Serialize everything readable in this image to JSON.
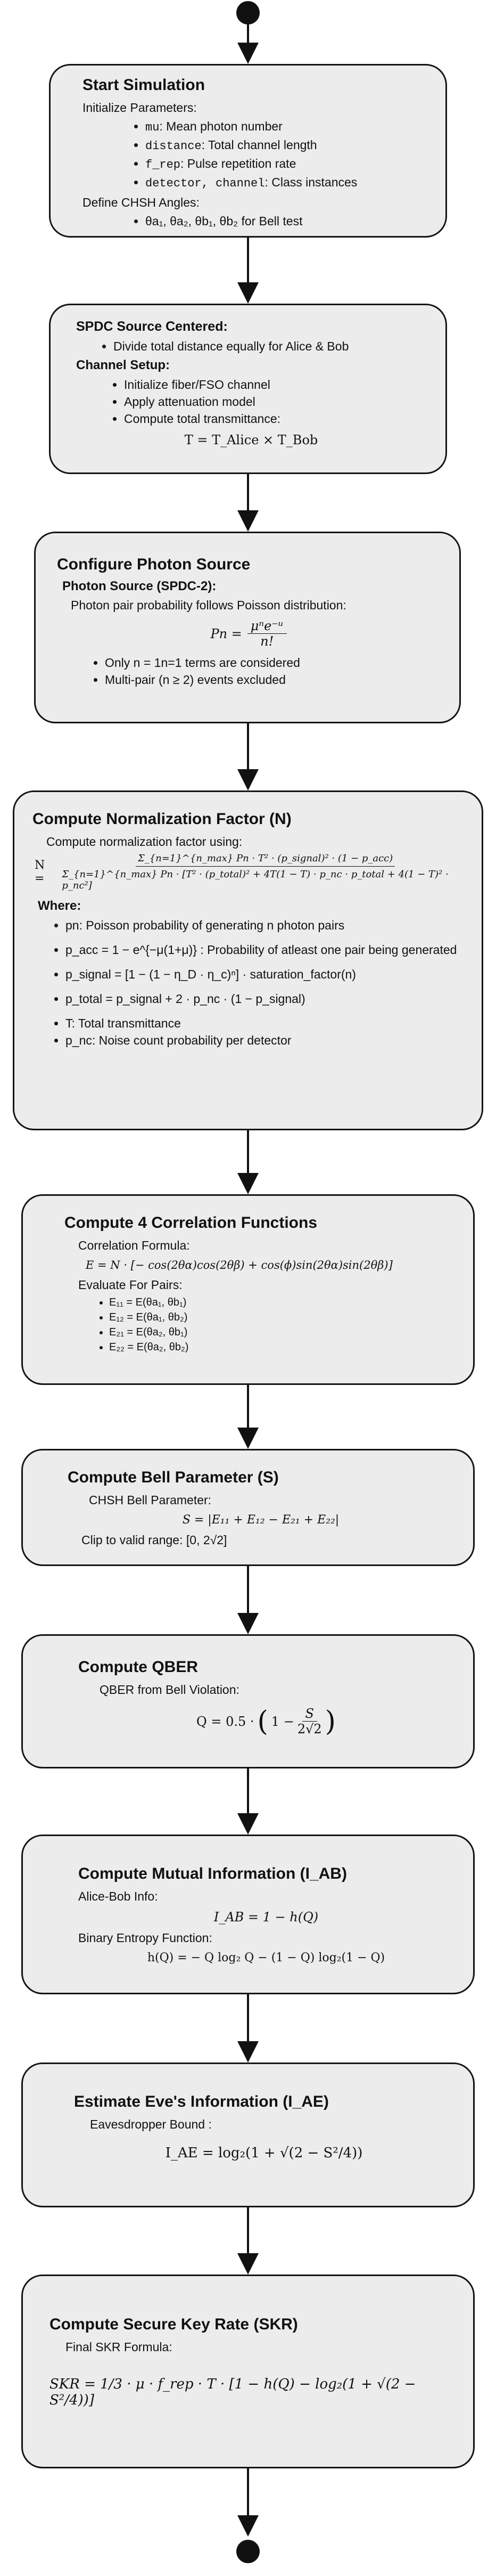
{
  "nodes": {
    "start": {
      "title": "Start Simulation",
      "init_label": "Initialize Parameters:",
      "params": [
        {
          "code": "mu",
          "desc": ": Mean photon number"
        },
        {
          "code": "distance",
          "desc": ": Total channel length"
        },
        {
          "code": "f_rep",
          "desc": ": Pulse repetition rate"
        },
        {
          "code": "detector, channel",
          "desc": ": Class instances"
        }
      ],
      "angles_label": "Define CHSH Angles:",
      "angles_value": "θa₁, θa₂, θb₁, θb₂ for Bell test"
    },
    "spdc": {
      "title": "SPDC Source Centered:",
      "divide": "Divide total distance equally for Alice & Bob",
      "channel_label": "Channel Setup:",
      "items": [
        "Initialize fiber/FSO channel",
        "Apply attenuation model",
        "Compute total transmittance:"
      ],
      "eq": "T = T_Alice × T_Bob"
    },
    "photon": {
      "title": "Configure Photon Source",
      "sub": "Photon Source (SPDC-2):",
      "desc": "Photon pair probability follows Poisson distribution:",
      "eq_lhs": "Pn =",
      "eq_num": "μⁿe⁻ᵘ",
      "eq_den": "n!",
      "items": [
        "Only n = 1n=1 terms are considered",
        "Multi-pair (n ≥ 2) events excluded"
      ]
    },
    "norm": {
      "title": "Compute Normalization Factor (N)",
      "desc": "Compute normalization factor using:",
      "eq_lhs": "N =",
      "eq_num": "Σ_{n=1}^{n_max} Pn · T² · (p_signal)² · (1 − p_acc)",
      "eq_den": "Σ_{n=1}^{n_max} Pn · [T² · (p_total)² + 4T(1 − T) · p_nc · p_total + 4(1 − T)² · p_nc²]",
      "where": "Where:",
      "items": [
        "pn: Poisson probability of generating n photon pairs",
        "p_acc = 1 − e^{−μ(1+μ)} : Probability of atleast one pair being generated",
        "p_signal = [1 − (1 − η_D · η_c)ⁿ] · saturation_factor(n)",
        "p_total = p_signal + 2 · p_nc · (1 − p_signal)",
        "T: Total transmittance",
        "p_nc: Noise count probability per detector"
      ]
    },
    "corr": {
      "title": "Compute 4 Correlation Functions",
      "formula_label": "Correlation Formula:",
      "eq": "E = N · [− cos(2θα)cos(2θβ) + cos(ϕ)sin(2θα)sin(2θβ)]",
      "pairs_label": "Evaluate For Pairs:",
      "pairs": [
        "E₁₁ = E(θa₁, θb₁)",
        "E₁₂ = E(θa₁, θb₂)",
        "E₂₁ = E(θa₂, θb₁)",
        "E₂₂ = E(θa₂, θb₂)"
      ]
    },
    "bell": {
      "title": "Compute Bell Parameter (S)",
      "desc": "CHSH Bell Parameter:",
      "eq": "S = |E₁₁ + E₁₂ − E₂₁ + E₂₂|",
      "clip": "Clip to valid range: [0, 2√2]"
    },
    "qber": {
      "title": "Compute QBER",
      "desc": "QBER from Bell Violation:",
      "eq_lhs": "Q = 0.5 ·",
      "eq_inner": "1 −",
      "eq_num": "S",
      "eq_den": "2√2"
    },
    "mutual": {
      "title": "Compute Mutual Information (I_AB)",
      "alice": "Alice-Bob Info:",
      "eq1": "I_AB = 1 − h(Q)",
      "entropy": "Binary Entropy Function:",
      "eq2": "h(Q) = − Q log₂ Q − (1 − Q) log₂(1 − Q)"
    },
    "eve": {
      "title": "Estimate Eve's Information (I_AE)",
      "desc": "Eavesdropper Bound :",
      "eq": "I_AE = log₂(1 + √(2 − S²/4))"
    },
    "skr": {
      "title": "Compute Secure Key Rate (SKR)",
      "desc": "Final SKR Formula:",
      "eq": "SKR = 1/3 · μ · f_rep · T · [1 − h(Q) − log₂(1 + √(2 − S²/4))]"
    }
  }
}
